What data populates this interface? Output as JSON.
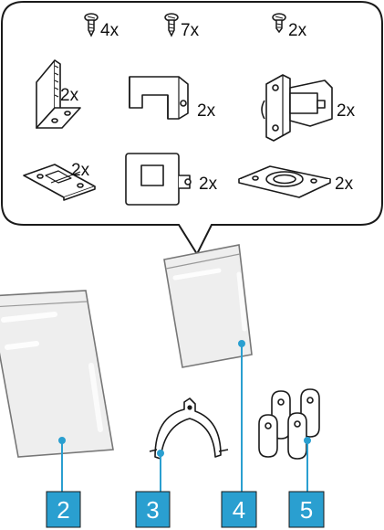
{
  "callout": {
    "screws": [
      {
        "icon": "screw-icon",
        "label": "4x"
      },
      {
        "icon": "screw-icon",
        "label": "7x"
      },
      {
        "icon": "screw-icon",
        "label": "2x"
      }
    ],
    "parts": [
      {
        "icon": "comb-bracket-icon",
        "label": "2x"
      },
      {
        "icon": "u-bracket-icon",
        "label": "2x"
      },
      {
        "icon": "hinge-bracket-icon",
        "label": "2x"
      },
      {
        "icon": "flat-plate-icon",
        "label": "2x"
      },
      {
        "icon": "square-plate-icon",
        "label": "2x"
      },
      {
        "icon": "gasket-plate-icon",
        "label": "2x"
      }
    ]
  },
  "items": [
    {
      "number": "2",
      "icon": "bag-icon"
    },
    {
      "number": "3",
      "icon": "clip-icon"
    },
    {
      "number": "4",
      "icon": "bag-icon"
    },
    {
      "number": "5",
      "icon": "hook-icon"
    }
  ],
  "colors": {
    "label_bg": "#2a9fd0",
    "outline": "#1a1a1a",
    "bag_fill": "#eeeeee"
  }
}
